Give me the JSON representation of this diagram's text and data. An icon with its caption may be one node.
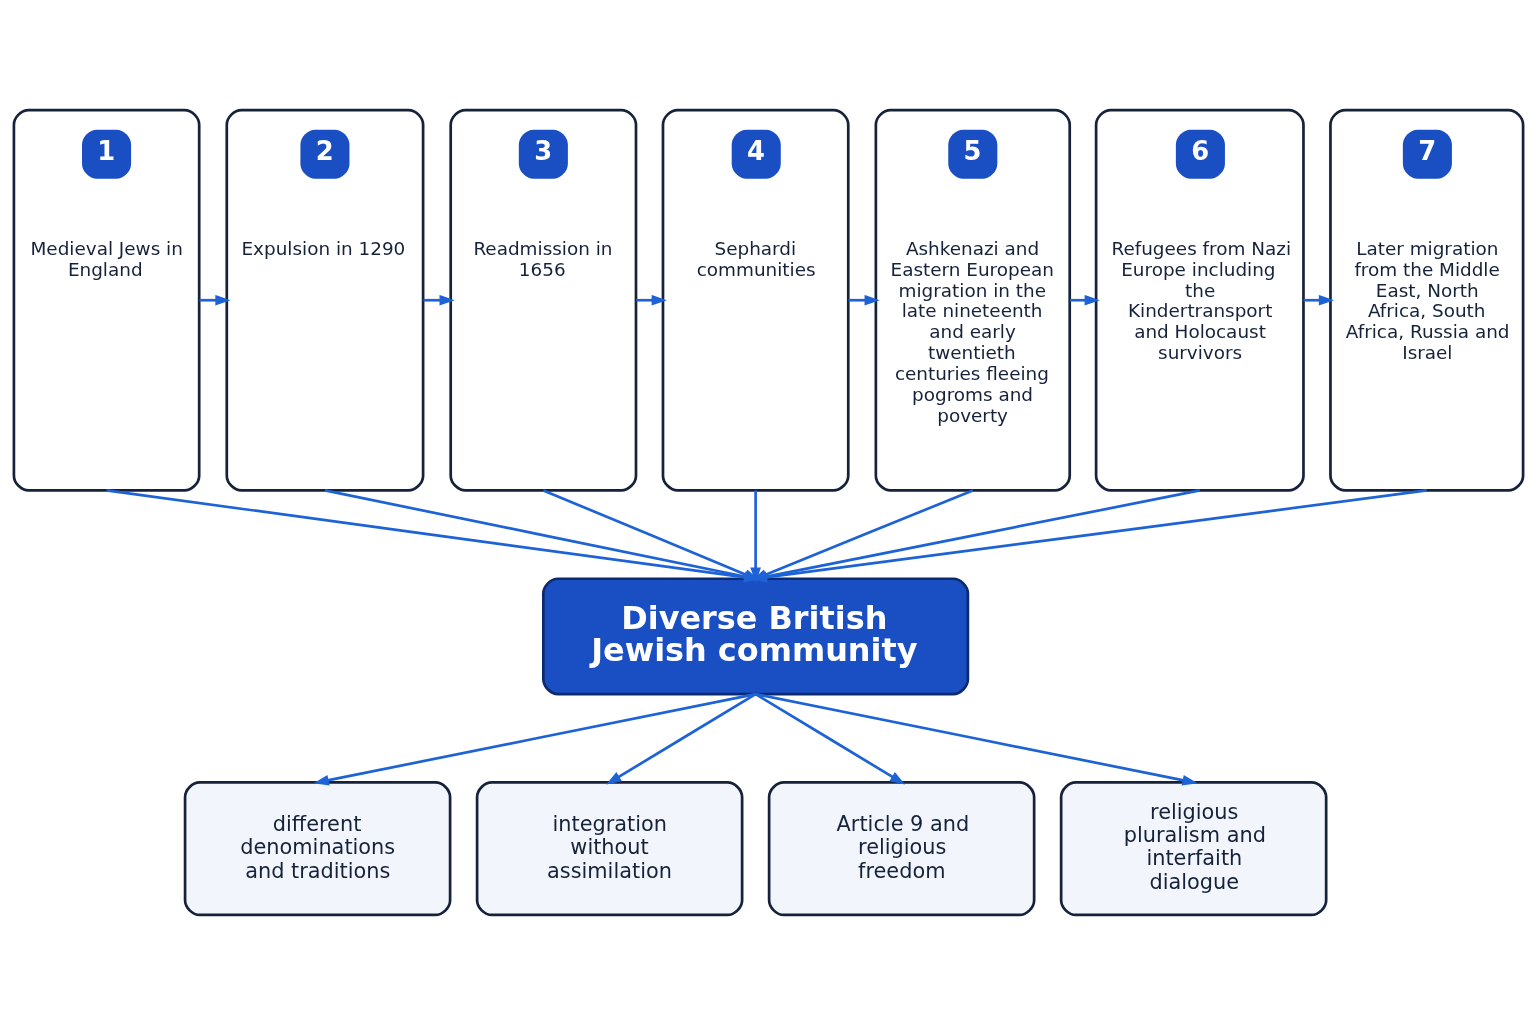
{
  "diagram": {
    "nodes": [
      {
        "text": [
          "1",
          "Medieval Jews in England"
        ]
      },
      {
        "text": [
          "2",
          "Expulsion in 1290"
        ]
      },
      {
        "text": [
          "3",
          "Readmission in 1656"
        ]
      },
      {
        "text": [
          "4",
          "Sephardi communities"
        ]
      },
      {
        "text": [
          "5",
          "Ashkenazi and Eastern European migration in the late nineteenth and early twentieth centuries fleeing pogroms and poverty"
        ]
      },
      {
        "text": [
          "6",
          "Refugees from Nazi Europe including the Kindertransport and Holocaust survivors"
        ]
      },
      {
        "text": [
          "7",
          "Later migration from the Middle East, North Africa, South Africa, Russia and Israel"
        ]
      },
      {
        "text": [
          "Diverse British Jewish community"
        ]
      },
      {
        "text": [
          "different denominations and traditions"
        ]
      },
      {
        "text": [
          "integration without assimilation"
        ]
      },
      {
        "text": [
          "Article 9 and religious freedom"
        ]
      },
      {
        "text": [
          "religious pluralism and interfaith dialogue"
        ]
      }
    ],
    "edges": [
      {
        "from": 0,
        "to": 1,
        "arrow": "to"
      },
      {
        "from": 1,
        "to": 2,
        "arrow": "to"
      },
      {
        "from": 2,
        "to": 3,
        "arrow": "to"
      },
      {
        "from": 3,
        "to": 4,
        "arrow": "to"
      },
      {
        "from": 4,
        "to": 5,
        "arrow": "to"
      },
      {
        "from": 5,
        "to": 6,
        "arrow": "to"
      },
      {
        "from": 0,
        "to": 7,
        "arrow": "to"
      },
      {
        "from": 1,
        "to": 7,
        "arrow": "to"
      },
      {
        "from": 2,
        "to": 7,
        "arrow": "to"
      },
      {
        "from": 3,
        "to": 7,
        "arrow": "to"
      },
      {
        "from": 4,
        "to": 7,
        "arrow": "to"
      },
      {
        "from": 5,
        "to": 7,
        "arrow": "to"
      },
      {
        "from": 6,
        "to": 7,
        "arrow": "to"
      },
      {
        "from": 7,
        "to": 8,
        "arrow": "to"
      },
      {
        "from": 7,
        "to": 9,
        "arrow": "to"
      },
      {
        "from": 7,
        "to": 10,
        "arrow": "to"
      },
      {
        "from": 7,
        "to": 11,
        "arrow": "to"
      }
    ]
  }
}
